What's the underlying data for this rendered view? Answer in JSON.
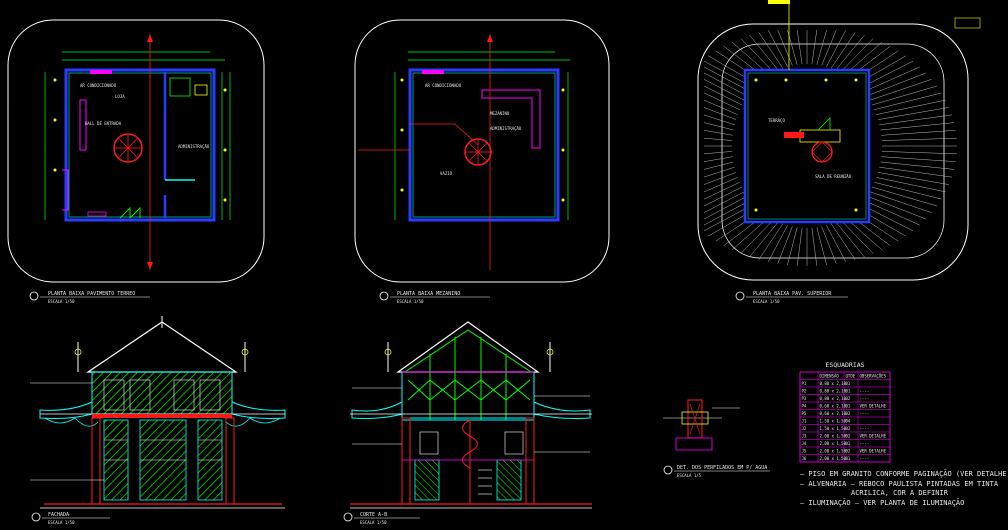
{
  "sheet": {
    "background": "#000000",
    "colors": {
      "wall": "#2b3cff",
      "green": "#00ff00",
      "cyan": "#00ffff",
      "red": "#ff1a1a",
      "magenta": "#ff00ff",
      "yellow": "#ffff00",
      "white": "#ffffff",
      "gray": "#8c8c8c"
    }
  },
  "views": {
    "plan_ground": {
      "title": "PLANTA BAIXA PAVIMENTO TERREO",
      "scale": "ESCALA 1/50"
    },
    "plan_mezzanine": {
      "title": "PLANTA BAIXA MEZANINO",
      "scale": "ESCALA 1/50"
    },
    "plan_upper": {
      "title": "PLANTA BAIXA PAV. SUPERIOR",
      "scale": "ESCALA 1/50"
    },
    "facade": {
      "title": "FACHADA",
      "scale": "ESCALA 1/50"
    },
    "section": {
      "title": "CORTE A-B",
      "scale": "ESCALA 1/50"
    },
    "detail": {
      "title": "DET. DOS PERFILADOS EM P/ AGUA",
      "scale": "ESCALA 1/5"
    }
  },
  "schedule": {
    "title": "ESQUADRIAS",
    "columns": [
      "",
      "DIMENSÃO",
      "QTDE",
      "OBSERVAÇÕES"
    ],
    "rows": [
      [
        "P1",
        "0,80 x 2,10",
        "01",
        ""
      ],
      [
        "P2",
        "0,80 x 2,10",
        "01",
        "----"
      ],
      [
        "P3",
        "0,80 x 2,10",
        "02",
        "----"
      ],
      [
        "P4",
        "0,60 x 2,10",
        "01",
        "VER DETALHE"
      ],
      [
        "P5",
        "0,60 x 2,10",
        "02",
        "----"
      ],
      [
        "J1",
        "1,50 x 1,50",
        "04",
        ""
      ],
      [
        "J2",
        "1,50 x 1,50",
        "02",
        "----"
      ],
      [
        "J3",
        "2,00 x 1,50",
        "02",
        "VER DETALHE"
      ],
      [
        "J4",
        "2,00 x 1,50",
        "01",
        "----"
      ],
      [
        "J5",
        "2,00 x 1,50",
        "02",
        "VER DETALHE"
      ],
      [
        "J6",
        "2,00 x 1,50",
        "01",
        "----"
      ]
    ]
  },
  "notes": [
    "– PISO EM GRANITO CONFORME PAGINAÇÃO (VER DETALHE)",
    "– ALVENARIA – REBOCO PAULISTA PINTADAS EM TINTA",
    "ACRILICA, COR A DEFINIR",
    "– ILUMINAÇÃO – VER PLANTA DE ILUMINAÇÃO"
  ]
}
